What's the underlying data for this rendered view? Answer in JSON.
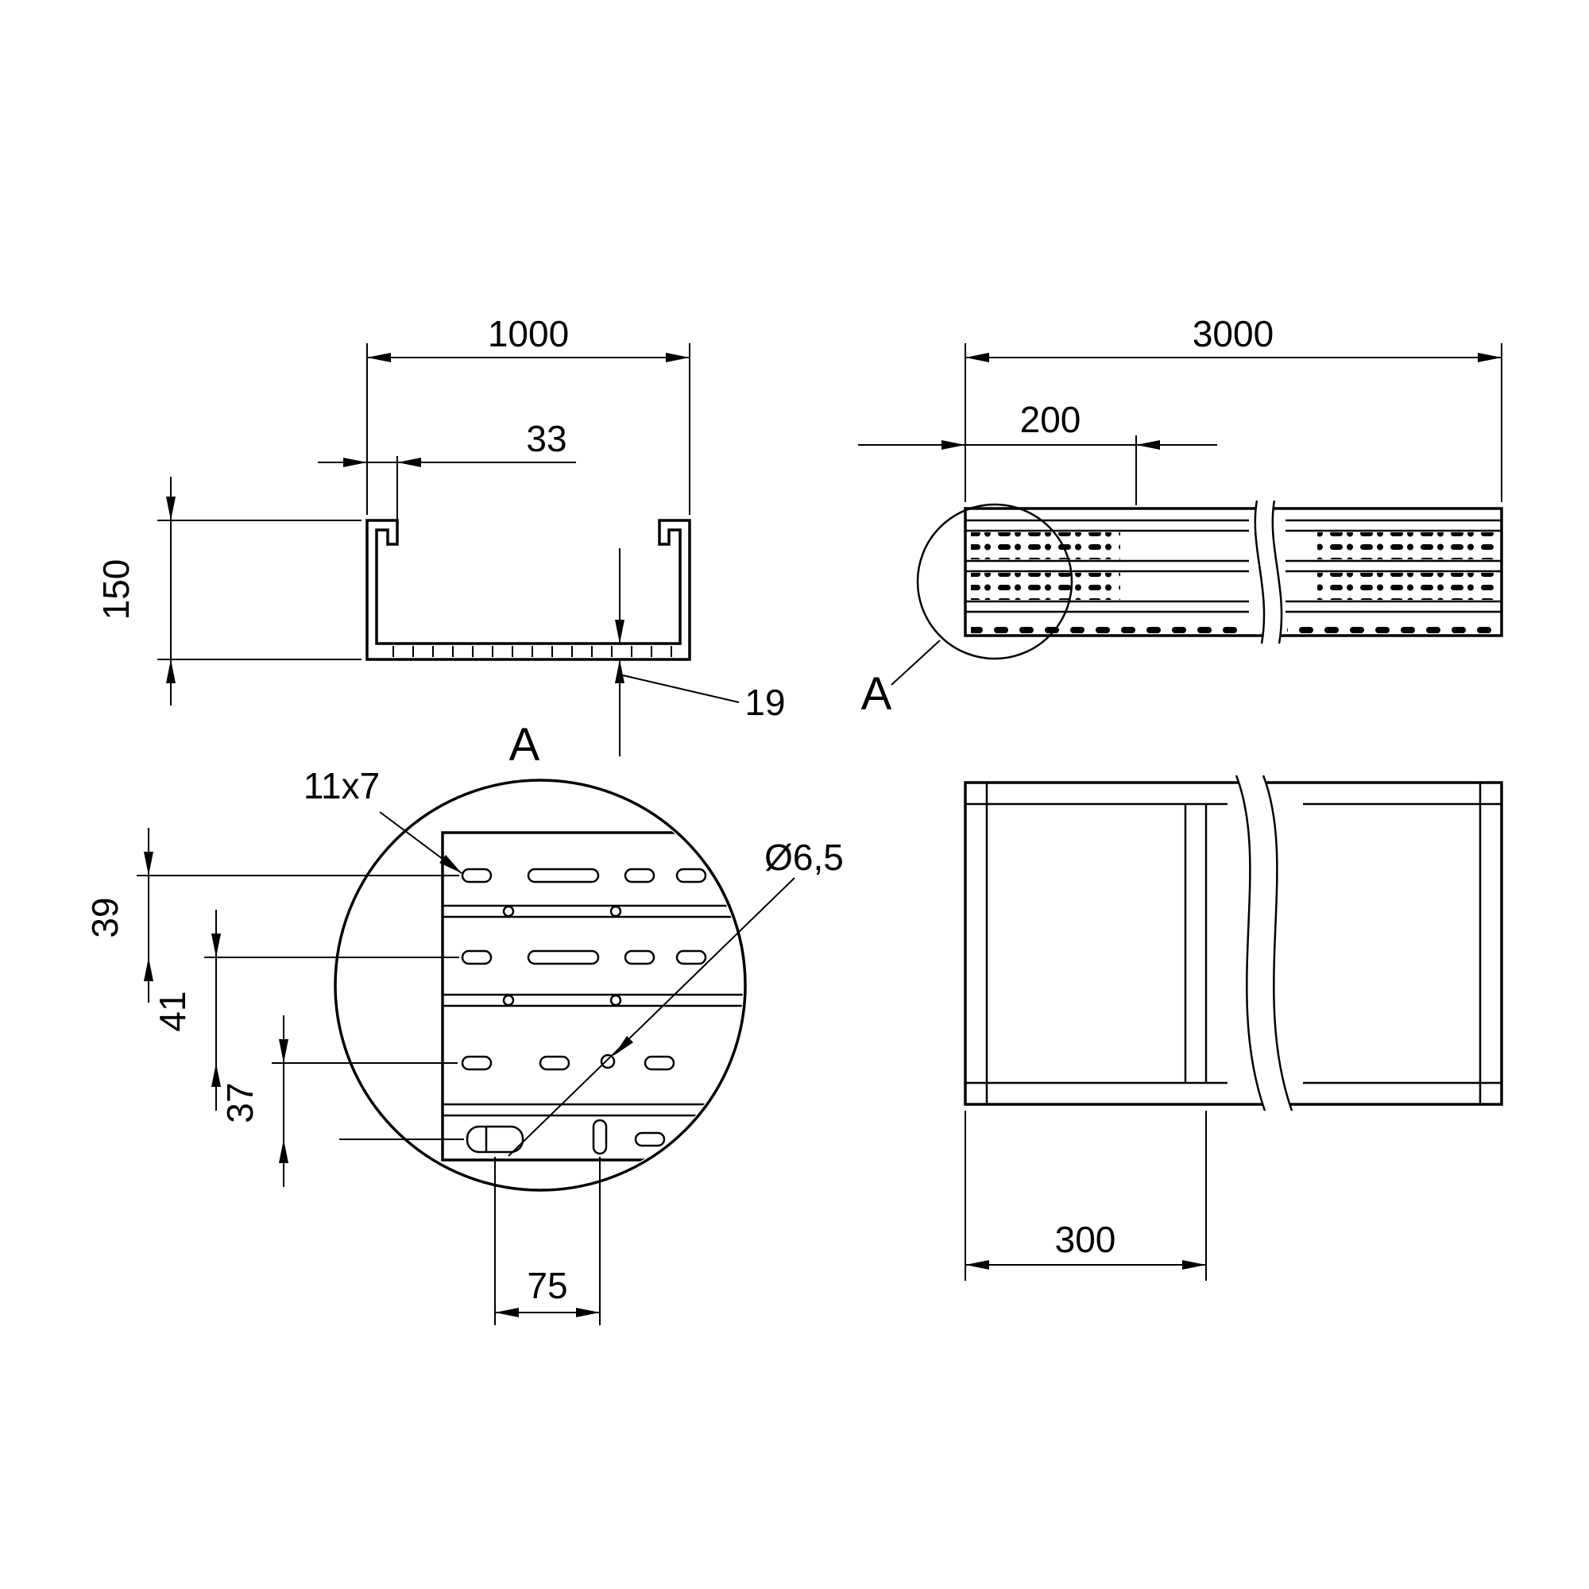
{
  "page": {
    "background": "#ffffff",
    "line_color": "#000000"
  },
  "views": {
    "cross_section": {
      "dim_width": "1000",
      "dim_lip": "33",
      "dim_height": "150",
      "dim_thickness": "19"
    },
    "side_view": {
      "dim_length": "3000",
      "dim_offset": "200",
      "detail_marker": "A"
    },
    "detail_view": {
      "title": "A",
      "dim_slot": "11x7",
      "dim_hole": "Ø6,5",
      "dim_spacing_1": "39",
      "dim_spacing_2": "41",
      "dim_spacing_3": "37",
      "dim_pitch": "75"
    },
    "plan_view": {
      "dim_spacing": "300"
    }
  }
}
